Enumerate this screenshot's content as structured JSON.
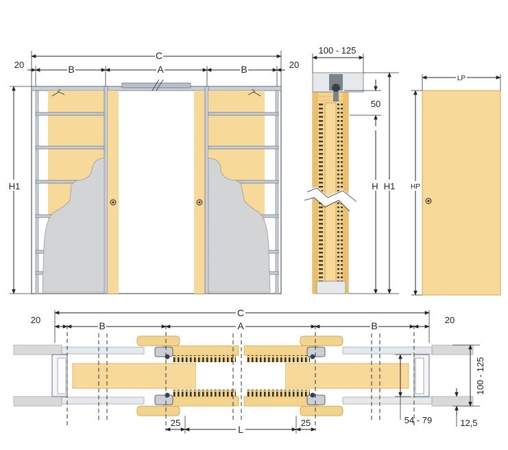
{
  "labels": {
    "C": "C",
    "A": "A",
    "B": "B",
    "gap": "20",
    "H1": "H1",
    "H": "H",
    "HP": "HP",
    "LP": "LP",
    "depth": "100 - 125",
    "top": "50",
    "inset": "25",
    "L": "L",
    "wall": "54 - 79",
    "plaster": "12,5"
  },
  "colors": {
    "wood": "#f3d48c",
    "wood_edge": "#d9a84e",
    "door": "#f7d99a",
    "wall": "#d9d9d9",
    "frame": "#c9d0d8",
    "frame_dark": "#6b7480",
    "gray_panel": "#d2d4d6"
  }
}
